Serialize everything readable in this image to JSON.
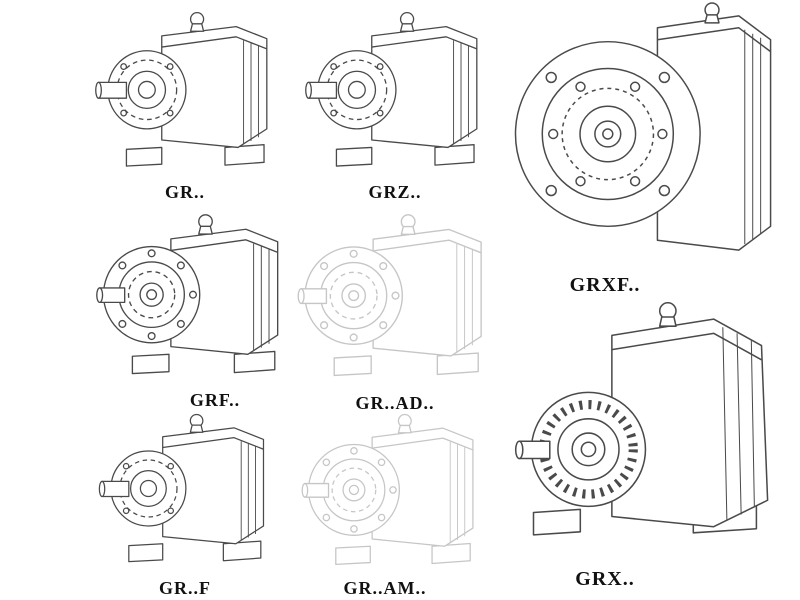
{
  "page": {
    "title": "Gear reducer model catalog",
    "background_color": "#ffffff",
    "line_color": "#4a4a4a",
    "faded_line_color": "#c6c6c6",
    "label_color": "#111111"
  },
  "items": [
    {
      "label": "GR..",
      "symbol": "#sym-standard",
      "tone": "dark",
      "drawing": "foot-mounted helical gearbox, isometric"
    },
    {
      "label": "GRZ..",
      "symbol": "#sym-standard",
      "tone": "dark",
      "drawing": "foot-mounted helical gearbox, isometric"
    },
    {
      "label": "GRXF..",
      "symbol": "#sym-flange-front",
      "tone": "dark",
      "drawing": "flange-mounted gearbox, front flange view"
    },
    {
      "label": "GRF..",
      "symbol": "#sym-flange-iso",
      "tone": "dark",
      "drawing": "flange-mounted gearbox, isometric"
    },
    {
      "label": "GR..AD..",
      "symbol": "#sym-flange-iso",
      "tone": "light",
      "drawing": "gearbox with input adapter, faded isometric"
    },
    {
      "label": "GRX..",
      "symbol": "#sym-large-iso",
      "tone": "dark",
      "drawing": "large single-stage helical gearbox, isometric"
    },
    {
      "label": "GR..F",
      "symbol": "#sym-standard",
      "tone": "dark",
      "drawing": "foot-mounted helical gearbox, isometric"
    },
    {
      "label": "GR..AM..",
      "symbol": "#sym-flange-iso",
      "tone": "light",
      "drawing": "gearbox with motor adapter, faded isometric"
    }
  ]
}
